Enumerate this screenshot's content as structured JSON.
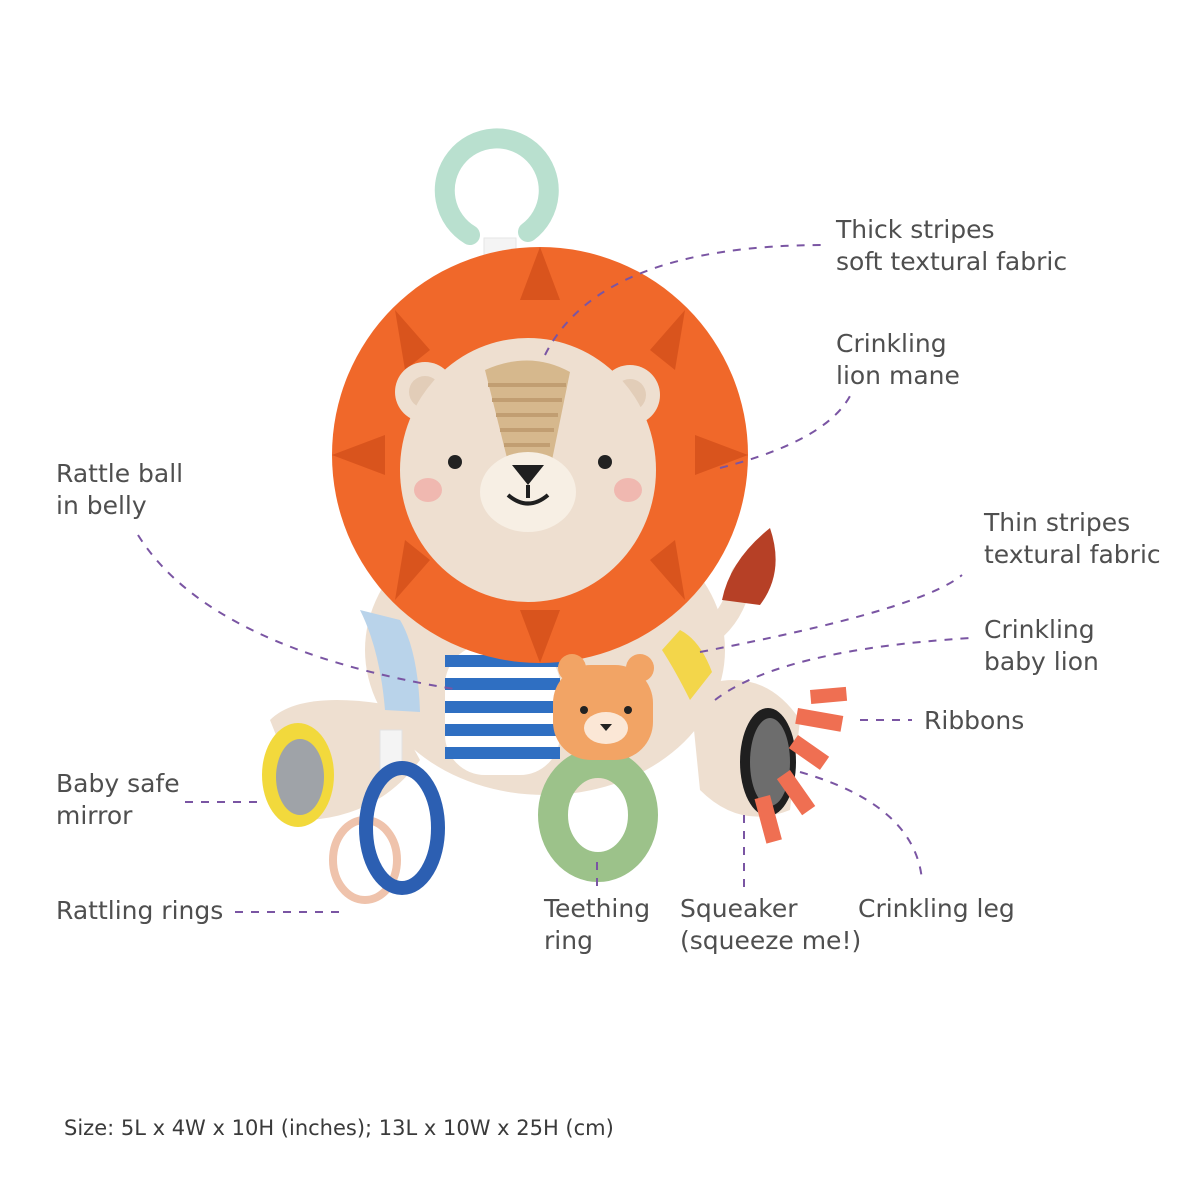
{
  "colors": {
    "leader": "#7a55a3",
    "label_text": "#4f4f4f",
    "mane": "#f0682a",
    "mane_dark": "#d9541d",
    "fur": "#eedfd0",
    "fur_shade": "#e2cdb8",
    "stripe_blue": "#2f6fc2",
    "hook": "#b9e0cf",
    "ring_blue": "#2c5fb2",
    "ring_peach": "#efc3ac",
    "teether": "#9cc28a",
    "tail_tip": "#b64026",
    "mirror_rim": "#f2d93c",
    "ribbon": "#ef6f52",
    "baby_lion": "#f2a465"
  },
  "callouts": {
    "thick_stripes": "Thick stripes\nsoft textural fabric",
    "crinkling_mane": "Crinkling\nlion mane",
    "rattle_ball": "Rattle ball\nin belly",
    "thin_stripes": "Thin stripes\ntextural fabric",
    "crinkling_baby_lion": "Crinkling\nbaby lion",
    "ribbons": "Ribbons",
    "baby_mirror": "Baby safe\nmirror",
    "rattling_rings": "Rattling rings",
    "teething_ring": "Teething\nring",
    "squeaker": "Squeaker\n(squeeze me!)",
    "crinkling_leg": "Crinkling leg"
  },
  "size_note": "Size: 5L x 4W x 10H (inches); 13L x 10W x 25H (cm)"
}
